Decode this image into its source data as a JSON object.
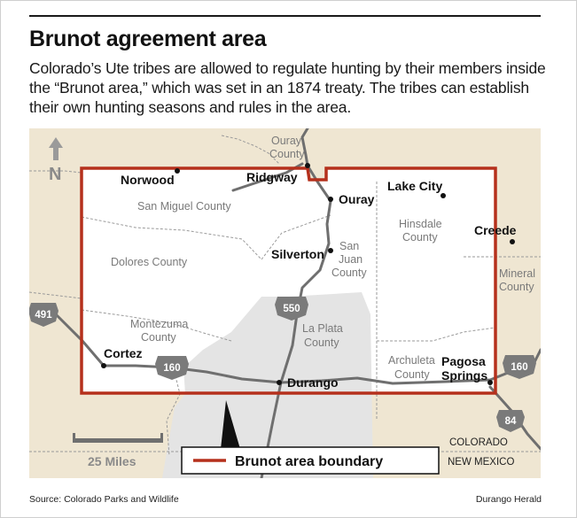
{
  "header": {
    "title": "Brunot agreement area",
    "description": "Colorado’s Ute tribes are allowed to regulate hunting by their members inside the “Brunot area,” which was set in an 1874 treaty. The tribes can establish their own hunting seasons and rules in the area."
  },
  "map": {
    "north_label": "N",
    "cities": [
      "Norwood",
      "Ridgway",
      "Ouray",
      "Lake City",
      "Creede",
      "Silverton",
      "Cortez",
      "Durango",
      "Pagosa",
      "Springs"
    ],
    "counties": {
      "ouray_1": "Ouray",
      "ouray_2": "County",
      "san_miguel": "San Miguel County",
      "hinsdale_1": "Hinsdale",
      "hinsdale_2": "County",
      "dolores": "Dolores County",
      "san_juan_1": "San",
      "san_juan_2": "Juan",
      "san_juan_3": "County",
      "mineral_1": "Mineral",
      "mineral_2": "County",
      "montezuma_1": "Montezuma",
      "montezuma_2": "County",
      "la_plata_1": "La Plata",
      "la_plata_2": "County",
      "archuleta_1": "Archuleta",
      "archuleta_2": "County"
    },
    "highways": [
      "491",
      "550",
      "160",
      "160",
      "84"
    ],
    "states": {
      "north": "COLORADO",
      "south": "NEW MEXICO"
    },
    "scale_label": "25 Miles",
    "legend_label": "Brunot area boundary",
    "colors": {
      "land": "#efe6d2",
      "inside": "#ffffff",
      "reservation": "#e4e4e4",
      "boundary": "#b5301c",
      "road": "#6f6f6f"
    }
  },
  "footer": {
    "source": "Source: Colorado Parks and Wildlife",
    "credit": "Durango Herald"
  }
}
